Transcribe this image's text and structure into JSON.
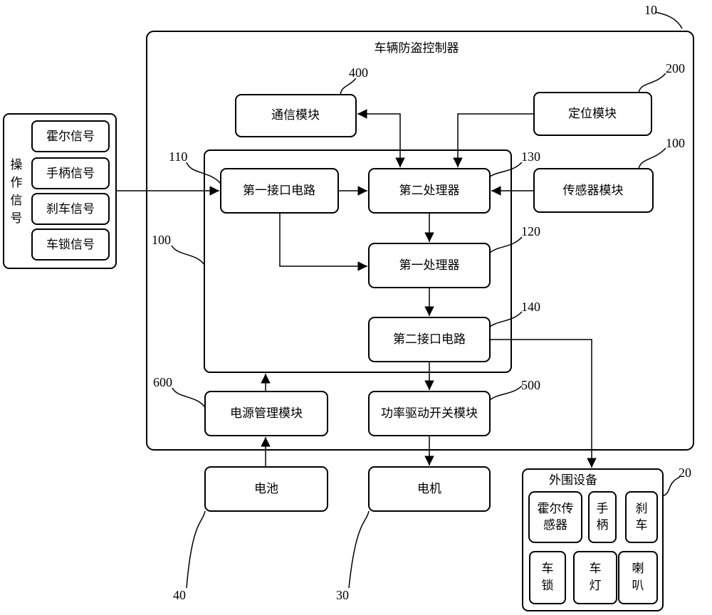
{
  "controller": {
    "title": "车辆防盗控制器",
    "ref": "10"
  },
  "modules": {
    "comm": {
      "label": "通信模块",
      "ref": "400"
    },
    "positioning": {
      "label": "定位模块",
      "ref": "200"
    },
    "sensor": {
      "label": "传感器模块",
      "ref": "100"
    },
    "core": {
      "ref": "100"
    },
    "first_interface": {
      "label": "第一接口电路",
      "ref": "110"
    },
    "second_processor": {
      "label": "第二处理器",
      "ref": "130"
    },
    "first_processor": {
      "label": "第一处理器",
      "ref": "120"
    },
    "second_interface": {
      "label": "第二接口电路",
      "ref": "140"
    },
    "power_mgmt": {
      "label": "电源管理模块",
      "ref": "600"
    },
    "power_drive": {
      "label": "功率驱动开关模块",
      "ref": "500"
    },
    "battery": {
      "label": "电池",
      "ref": "40"
    },
    "motor": {
      "label": "电机",
      "ref": "30"
    }
  },
  "operation_signals": {
    "label_chars": [
      "操",
      "作",
      "信",
      "号"
    ],
    "items": [
      "霍尔信号",
      "手柄信号",
      "刹车信号",
      "车锁信号"
    ]
  },
  "peripherals": {
    "title": "外围设备",
    "ref": "20",
    "items": [
      [
        "霍尔传",
        "感器"
      ],
      [
        "手",
        "柄"
      ],
      [
        "刹",
        "车"
      ],
      [
        "车",
        "锁"
      ],
      [
        "车",
        "灯"
      ],
      [
        "喇",
        "叭"
      ]
    ]
  }
}
